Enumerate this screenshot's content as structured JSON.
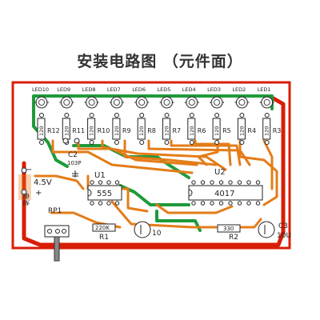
{
  "title": "安装电路图 （元件面）",
  "leds": [
    "LED10",
    "LED9",
    "LED8",
    "LED7",
    "LED6",
    "LED5",
    "LED4",
    "LED3",
    "LED2",
    "LED1"
  ],
  "resistors": [
    {
      "value": "120",
      "ref": "R12"
    },
    {
      "value": "120",
      "ref": "R11"
    },
    {
      "value": "120",
      "ref": "R10"
    },
    {
      "value": "120",
      "ref": "R9"
    },
    {
      "value": "120",
      "ref": "R8"
    },
    {
      "value": "120",
      "ref": "R7"
    },
    {
      "value": "120",
      "ref": "R6"
    },
    {
      "value": "120",
      "ref": "R5"
    },
    {
      "value": "120",
      "ref": "R4"
    },
    {
      "value": "120",
      "ref": "R3"
    }
  ],
  "components": {
    "c2_ref": "C2",
    "c2_value": "103P",
    "power_voltage": "4.5V",
    "minus_sign": "−",
    "plus_sign": "+",
    "battery_label": "电池",
    "u1_ref": "U1",
    "u1_chip": "555",
    "u2_ref": "U2",
    "u2_chip": "4017",
    "rp1_ref": "RP1",
    "r1_ref": "R1",
    "r1_value": "220K",
    "c1_value": "10",
    "r2_ref": "R2",
    "r2_value": "330",
    "c3_ref": "C3",
    "c3_value": "10U"
  },
  "colors": {
    "board_border": "#d81e06",
    "trace_red": "#d81e06",
    "trace_orange": "#e47c18",
    "trace_green": "#1f9a3a",
    "label_text": "#222222"
  }
}
